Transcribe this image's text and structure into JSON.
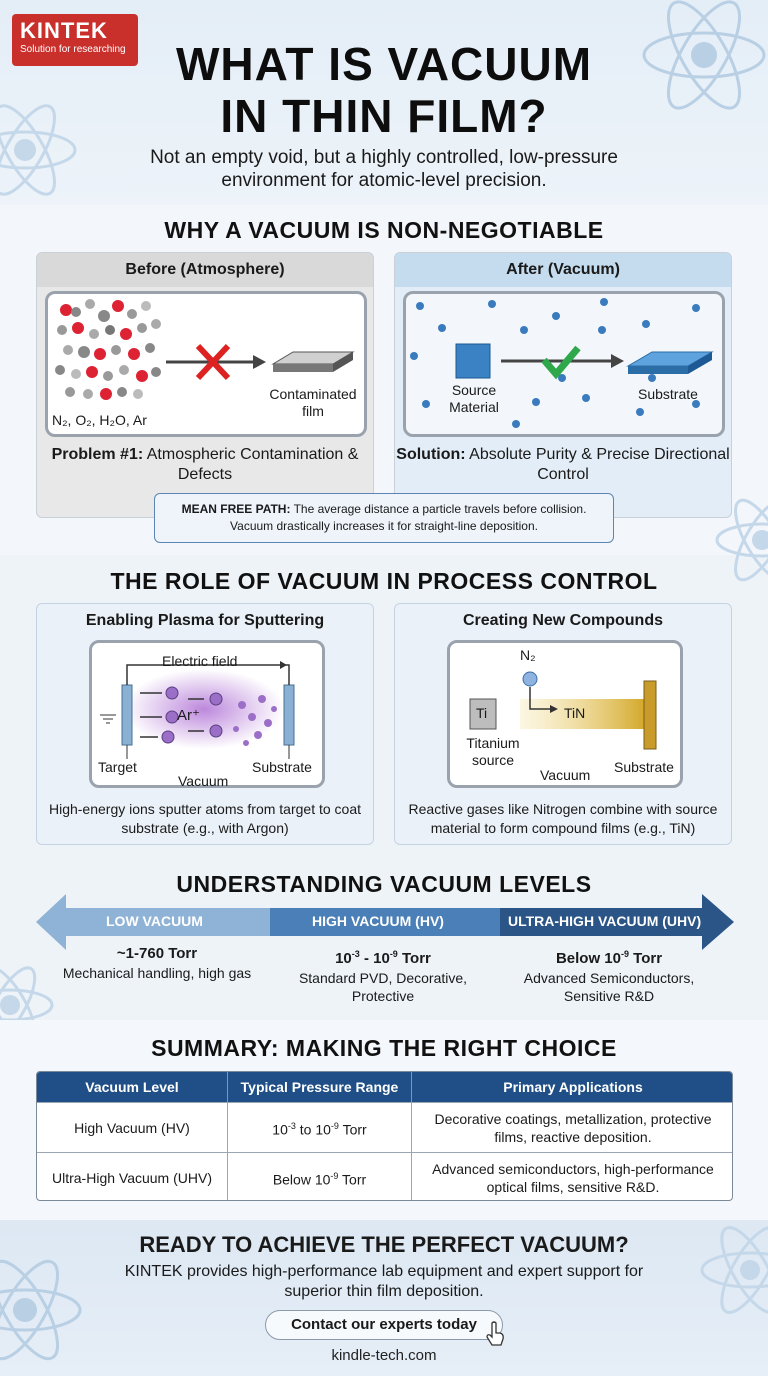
{
  "logo": {
    "main": "KINTEK",
    "sub": "Solution for researching"
  },
  "header": {
    "title": "WHAT IS VACUUM\nIN THIN FILM?",
    "subtitle": "Not an empty void, but a highly controlled, low-pressure environment for atomic-level precision."
  },
  "why": {
    "title": "WHY A VACUUM IS NON-NEGOTIABLE",
    "before": {
      "head": "Before (Atmosphere)",
      "gas_label": "N₂, O₂, H₂O, Ar",
      "film_label": "Contaminated film",
      "caption_bold": "Problem #1:",
      "caption_text": " Atmospheric Contamination & Defects"
    },
    "after": {
      "head": "After (Vacuum)",
      "source_label": "Source Material",
      "substrate_label": "Substrate",
      "caption_bold": "Solution:",
      "caption_text": " Absolute Purity & Precise Directional Control"
    },
    "mfp": {
      "bold": "MEAN FREE PATH:",
      "text": " The average distance a particle travels before collision.",
      "line2": "Vacuum drastically increases it for straight-line deposition."
    }
  },
  "role": {
    "title": "THE ROLE OF VACUUM IN PROCESS CONTROL",
    "plasma": {
      "head": "Enabling Plasma for Sputtering",
      "field_label": "Electric field",
      "ion_label": "Ar⁺",
      "target_label": "Target",
      "vacuum_label": "Vacuum",
      "substrate_label": "Substrate",
      "caption": "High-energy ions sputter atoms from target to coat substrate (e.g., with Argon)"
    },
    "compounds": {
      "head": "Creating New Compounds",
      "gas_label": "N₂",
      "ti_label": "Ti",
      "tin_label": "TiN",
      "source_label": "Titanium source",
      "vacuum_label": "Vacuum",
      "substrate_label": "Substrate",
      "caption": "Reactive gases like Nitrogen combine with source material to form compound films (e.g., TiN)"
    }
  },
  "levels": {
    "title": "UNDERSTANDING VACUUM LEVELS",
    "items": [
      {
        "name": "LOW VACUUM",
        "range": "~1-760 Torr",
        "apps": "Mechanical handling, high gas"
      },
      {
        "name": "HIGH VACUUM (HV)",
        "range_pre": "10",
        "range_exp1": "-3",
        "range_mid": " - 10",
        "range_exp2": "-9",
        "range_post": " Torr",
        "apps": "Standard PVD, Decorative, Protective"
      },
      {
        "name": "ULTRA-HIGH VACUUM (UHV)",
        "range_pre": "Below 10",
        "range_exp1": "-9",
        "range_post": " Torr",
        "apps": "Advanced Semiconductors, Sensitive R&D"
      }
    ],
    "colors": [
      "#8fb3d6",
      "#4a7fb8",
      "#2a5586"
    ]
  },
  "summary": {
    "title": "SUMMARY: MAKING THE RIGHT CHOICE",
    "headers": [
      "Vacuum Level",
      "Typical Pressure Range",
      "Primary Applications"
    ],
    "rows": [
      {
        "level": "High Vacuum (HV)",
        "p_pre": "10",
        "p_exp1": "-3",
        "p_mid": " to 10",
        "p_exp2": "-9",
        "p_post": " Torr",
        "apps": "Decorative coatings, metallization, protective films, reactive deposition."
      },
      {
        "level": "Ultra-High Vacuum (UHV)",
        "p_pre": "Below 10",
        "p_exp1": "-9",
        "p_post": " Torr",
        "apps": "Advanced semiconductors, high-performance optical films, sensitive R&D."
      }
    ]
  },
  "cta": {
    "title": "READY TO ACHIEVE THE PERFECT VACUUM?",
    "text": "KINTEK provides high-performance lab equipment and expert support for superior thin film deposition.",
    "button": "Contact our experts today",
    "url": "kindle-tech.com"
  }
}
